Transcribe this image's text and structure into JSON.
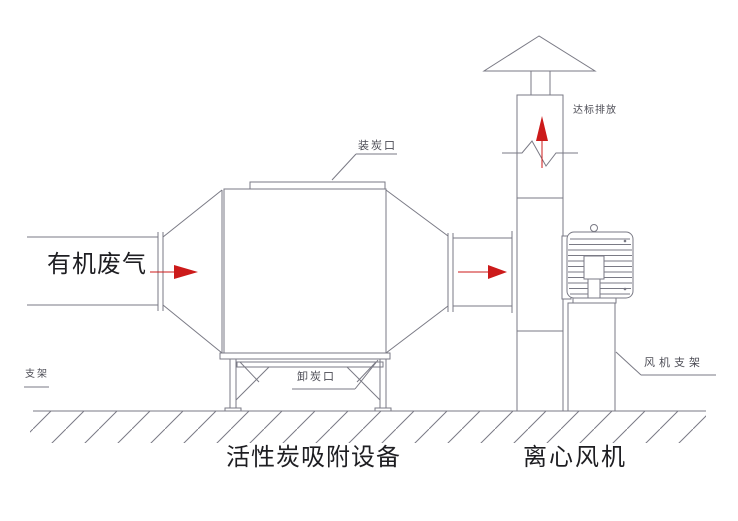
{
  "diagram": {
    "type": "process-flow-diagram",
    "captions": {
      "adsorber": "活性炭吸附设备",
      "fan": "离心风机"
    },
    "labels": {
      "inlet_gas": "有机废气",
      "carbon_loading_port": "装炭口",
      "compliant_discharge": "达标排放",
      "carbon_unloading_port": "卸炭口",
      "support": "支架",
      "fan_support": "风机支架"
    },
    "colors": {
      "line": "#7a7a85",
      "label_text": "#4c4c55",
      "caption_text": "#1e1e22",
      "arrow_red": "#cc1a1a",
      "background": "#ffffff"
    }
  }
}
